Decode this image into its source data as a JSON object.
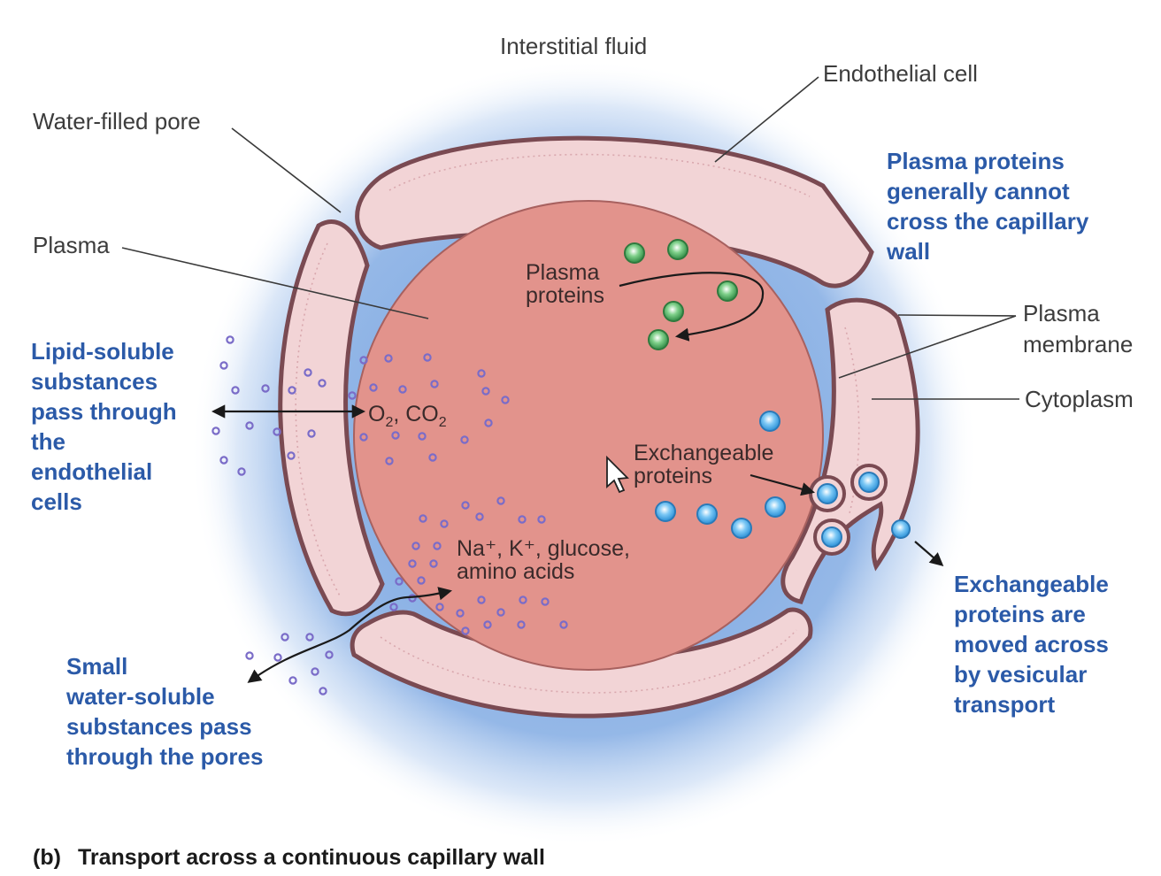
{
  "labels": {
    "interstitial_fluid": "Interstitial fluid",
    "endothelial_cell": "Endothelial cell",
    "water_filled_pore": "Water-filled pore",
    "plasma": "Plasma",
    "plasma_proteins_line1": "Plasma",
    "plasma_proteins_line2": "proteins",
    "plasma_membrane_line1": "Plasma",
    "plasma_membrane_line2": "membrane",
    "cytoplasm": "Cytoplasm",
    "o2": "O",
    "o2_sub": "2",
    "co2": ", CO",
    "co2_sub": "2",
    "ions_line1": "Na⁺, K⁺, glucose,",
    "ions_line2": "amino acids",
    "exchangeable_line1": "Exchangeable",
    "exchangeable_line2": "proteins"
  },
  "notes": {
    "plasma_proteins": [
      "Plasma proteins",
      "generally cannot",
      "cross the capillary",
      "wall"
    ],
    "lipid_soluble": [
      "Lipid-soluble",
      "substances",
      "pass through",
      "the",
      "endothelial",
      "cells"
    ],
    "small_water_soluble": [
      "Small",
      "water-soluble",
      "substances pass",
      "through the pores"
    ],
    "vesicular": [
      "Exchangeable",
      "proteins are",
      "moved across",
      "by vesicular",
      "transport"
    ]
  },
  "caption": {
    "part": "(b)",
    "title": "Transport across a continuous capillary wall"
  },
  "colors": {
    "plasma_fill": "#e2938c",
    "interstitial_glow": "#8fb4e6",
    "wall_fill": "#f2d4d6",
    "note_blue": "#2b5aa8",
    "plasma_protein_green": "#3a9a50",
    "exchangeable_blue": "#3aa6e8",
    "small_molecule_purple": "#7a6cc8"
  }
}
